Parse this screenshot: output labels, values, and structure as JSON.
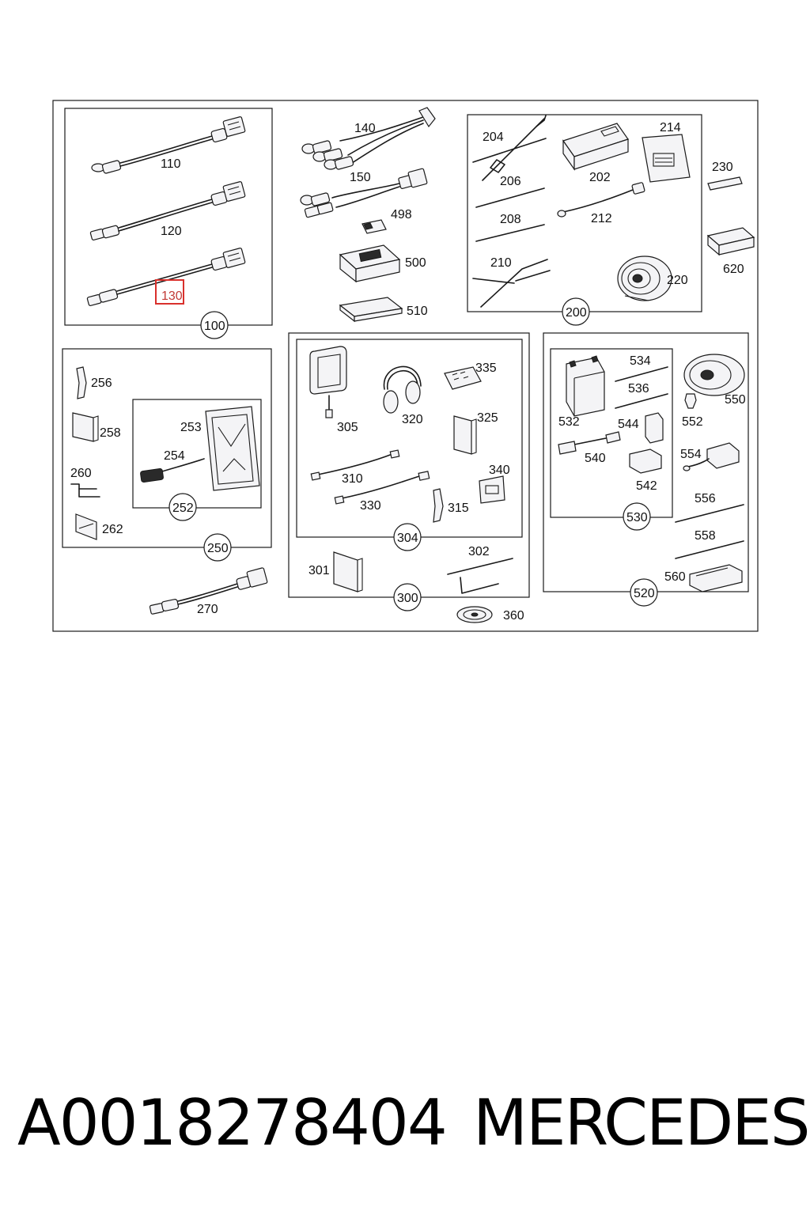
{
  "diagram": {
    "highlighted_part": "130",
    "groups": {
      "g100": "100",
      "g200": "200",
      "g250": "250",
      "g252": "252",
      "g300": "300",
      "g304": "304",
      "g520": "520",
      "g530": "530"
    },
    "parts": {
      "p110": "110",
      "p120": "120",
      "p130": "130",
      "p140": "140",
      "p150": "150",
      "p498": "498",
      "p500": "500",
      "p510": "510",
      "p202": "202",
      "p204": "204",
      "p206": "206",
      "p208": "208",
      "p210": "210",
      "p212": "212",
      "p214": "214",
      "p220": "220",
      "p230": "230",
      "p620": "620",
      "p253": "253",
      "p254": "254",
      "p256": "256",
      "p258": "258",
      "p260": "260",
      "p262": "262",
      "p270": "270",
      "p301": "301",
      "p302": "302",
      "p305": "305",
      "p310": "310",
      "p315": "315",
      "p320": "320",
      "p325": "325",
      "p330": "330",
      "p335": "335",
      "p340": "340",
      "p360": "360",
      "p532": "532",
      "p534": "534",
      "p536": "536",
      "p540": "540",
      "p542": "542",
      "p544": "544",
      "p550": "550",
      "p552": "552",
      "p554": "554",
      "p556": "556",
      "p558": "558",
      "p560": "560"
    }
  },
  "footer": {
    "part_number": "A0018278404",
    "brand": "MERCEDES"
  },
  "colors": {
    "highlight": "#d9302c",
    "line": "#1a1a1a"
  }
}
